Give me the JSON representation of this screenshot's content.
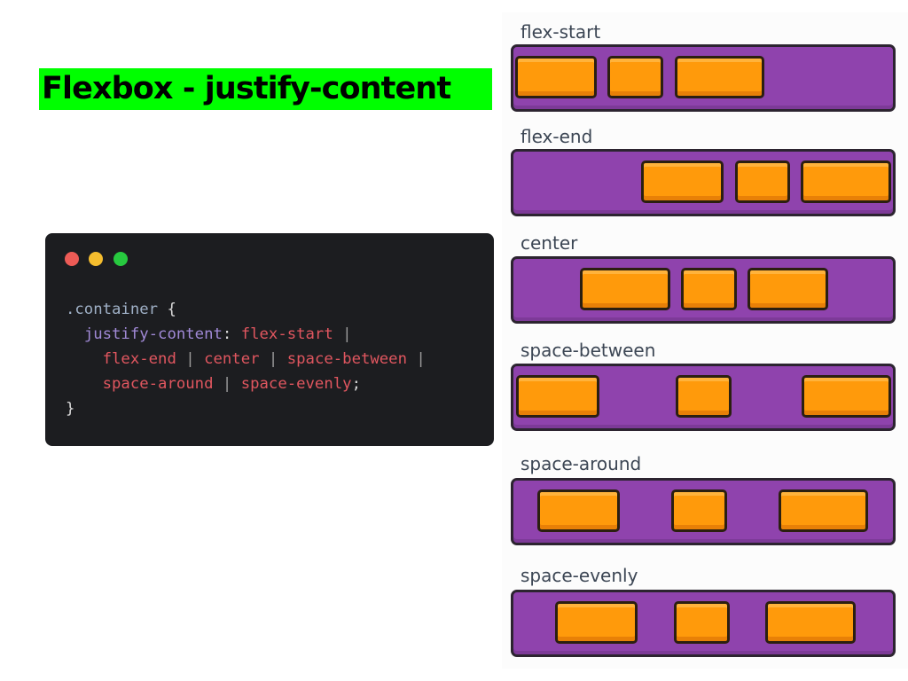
{
  "title": "Flexbox - justify-content",
  "code_window": {
    "dots": [
      {
        "name": "red-dot",
        "color": "#ed5b56"
      },
      {
        "name": "yellow-dot",
        "color": "#f5bd2e"
      },
      {
        "name": "green-dot",
        "color": "#27c93f"
      }
    ],
    "lines": [
      [
        {
          "text": ".container",
          "kind": "sel"
        },
        {
          "text": " {",
          "kind": "punc"
        }
      ],
      [
        {
          "text": "  ",
          "kind": "punc"
        },
        {
          "text": "justify-content",
          "kind": "prop"
        },
        {
          "text": ": ",
          "kind": "punc"
        },
        {
          "text": "flex-start",
          "kind": "val"
        },
        {
          "text": " |",
          "kind": "sep"
        }
      ],
      [
        {
          "text": "    ",
          "kind": "punc"
        },
        {
          "text": "flex-end",
          "kind": "val"
        },
        {
          "text": " | ",
          "kind": "sep"
        },
        {
          "text": "center",
          "kind": "val"
        },
        {
          "text": " | ",
          "kind": "sep"
        },
        {
          "text": "space-between",
          "kind": "val"
        },
        {
          "text": " |",
          "kind": "sep"
        }
      ],
      [
        {
          "text": "    ",
          "kind": "punc"
        },
        {
          "text": "space-around",
          "kind": "val"
        },
        {
          "text": " | ",
          "kind": "sep"
        },
        {
          "text": "space-evenly",
          "kind": "val"
        },
        {
          "text": ";",
          "kind": "punc"
        }
      ],
      [
        {
          "text": "}",
          "kind": "punc"
        }
      ]
    ]
  },
  "examples": [
    {
      "label": "flex-start"
    },
    {
      "label": "flex-end"
    },
    {
      "label": "center"
    },
    {
      "label": "space-between"
    },
    {
      "label": "space-around"
    },
    {
      "label": "space-evenly"
    }
  ],
  "colors": {
    "title_highlight": "#00ff00",
    "code_background": "#1c1d20",
    "track": "#8f43ad",
    "box": "#ff9a0b"
  }
}
